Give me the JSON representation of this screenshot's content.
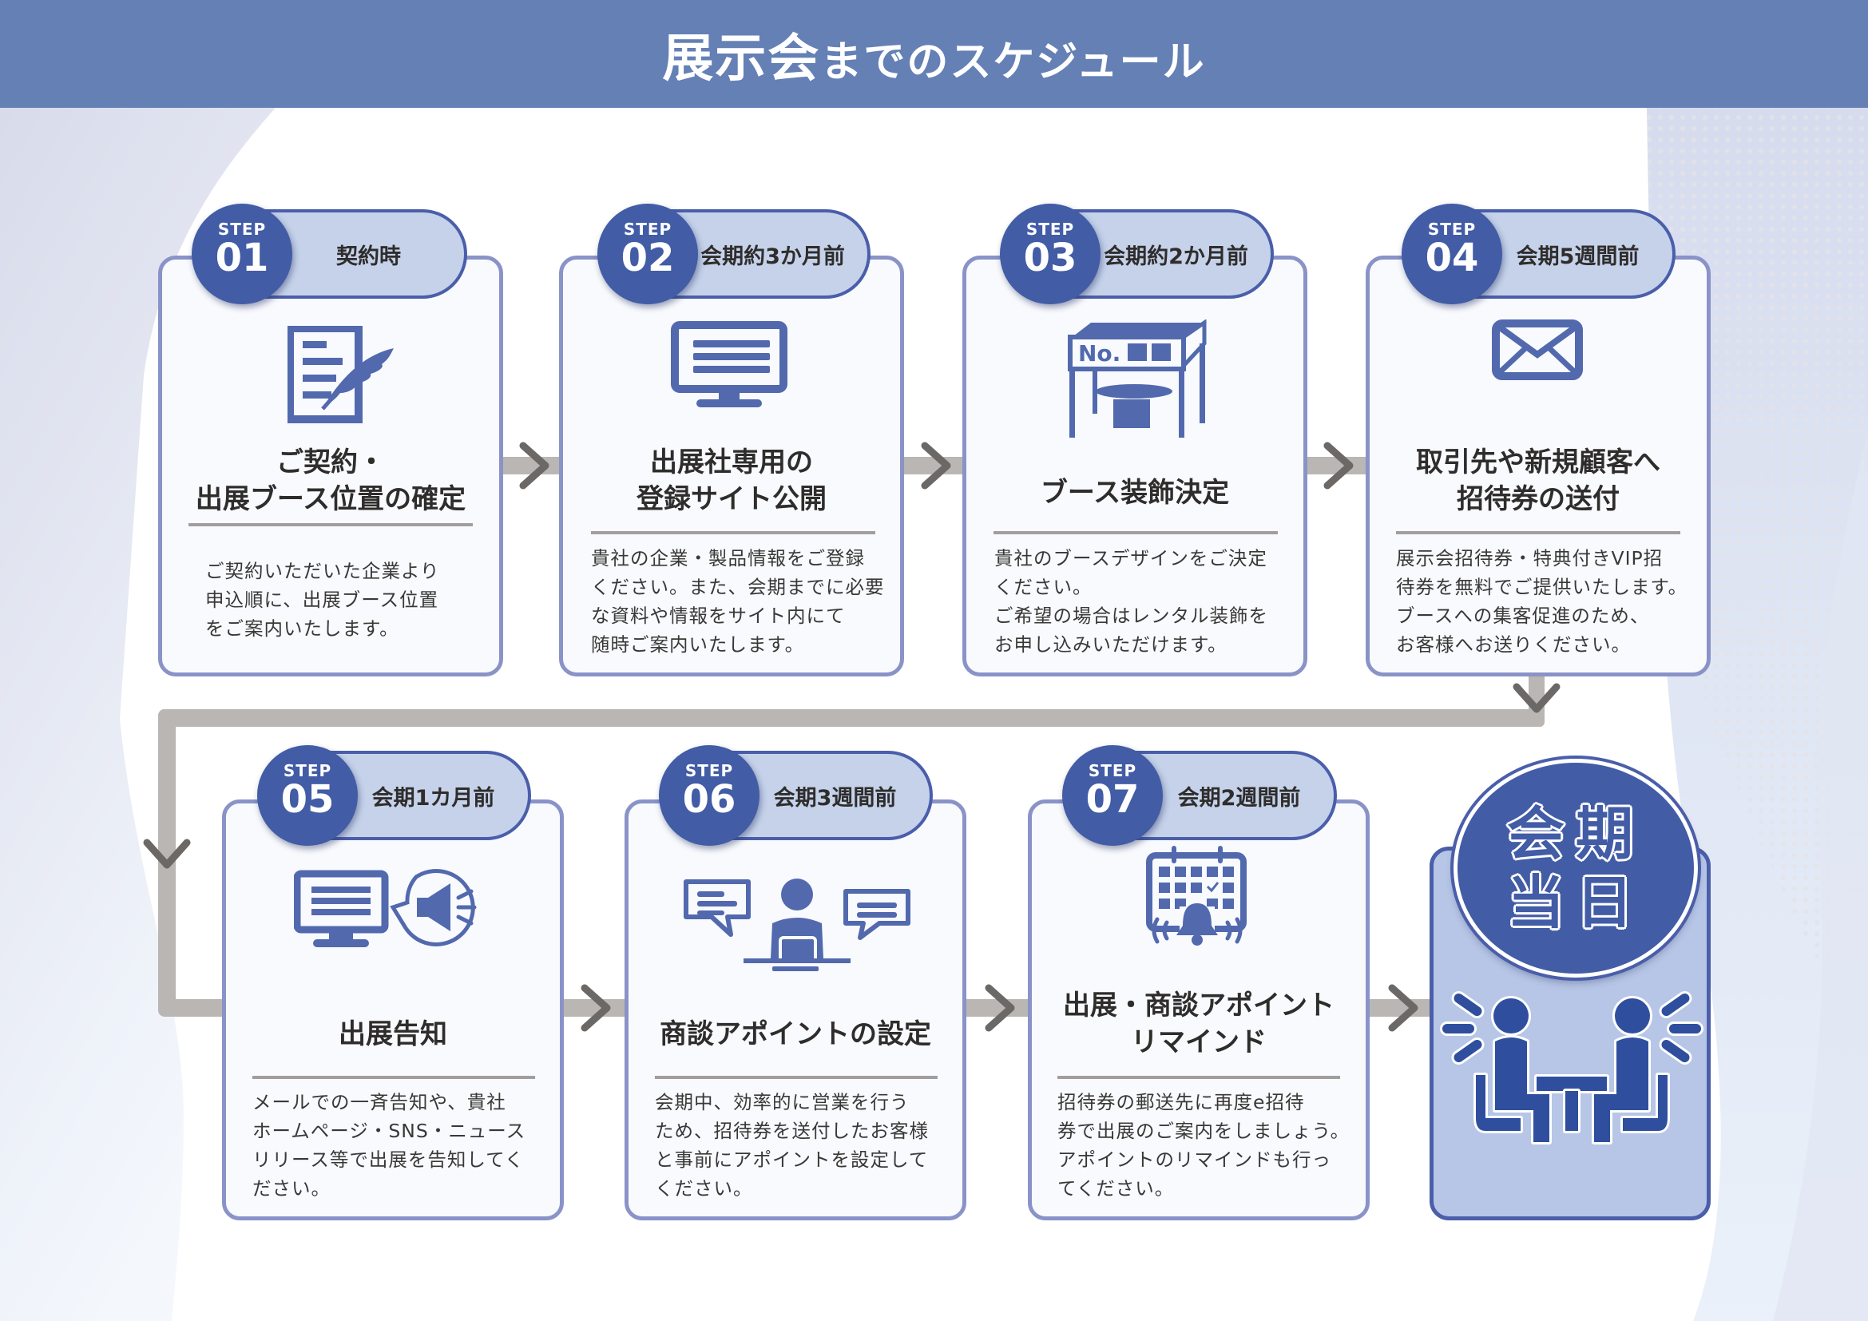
{
  "header": {
    "title_main": "展示会",
    "title_rest": "までのスケジュール"
  },
  "step_prefix": "STEP",
  "steps": [
    {
      "number": "01",
      "timing": "契約時",
      "icon": "document-quill-icon",
      "title_lines": [
        "ご契約・",
        "出展ブース位置の確定"
      ],
      "description": "ご契約いただいた企業より\n申込順に、出展ブース位置\nをご案内いたします。"
    },
    {
      "number": "02",
      "timing": "会期約3か月前",
      "icon": "monitor-icon",
      "title_lines": [
        "出展社専用の",
        "登録サイト公開"
      ],
      "description": "貴社の企業・製品情報をご登録\nください。また、会期までに必要\nな資料や情報をサイト内にて\n随時ご案内いたします。"
    },
    {
      "number": "03",
      "timing": "会期約2か月前",
      "icon": "booth-icon",
      "icon_text": "No.",
      "title_lines": [
        "ブース装飾決定"
      ],
      "description": "貴社のブースデザインをご決定\nください。\nご希望の場合はレンタル装飾を\nお申し込みいただけます。"
    },
    {
      "number": "04",
      "timing": "会期5週間前",
      "icon": "envelope-icon",
      "title_lines": [
        "取引先や新規顧客へ",
        "招待券の送付"
      ],
      "description": "展示会招待券・特典付きVIP招\n待券を無料でご提供いたします。\nブースへの集客促進のため、\nお客様へお送りください。"
    },
    {
      "number": "05",
      "timing": "会期1カ月前",
      "icon": "monitor-megaphone-icon",
      "title_lines": [
        "出展告知"
      ],
      "description": "メールでの一斉告知や、貴社\nホームページ・SNS・ニュース\nリリース等で出展を告知してく\nださい。"
    },
    {
      "number": "06",
      "timing": "会期3週間前",
      "icon": "person-chat-laptop-icon",
      "title_lines": [
        "商談アポイントの設定"
      ],
      "description": "会期中、効率的に営業を行う\nため、招待券を送付したお客様\nと事前にアポイントを設定して\nください。"
    },
    {
      "number": "07",
      "timing": "会期2週間前",
      "icon": "calendar-bell-icon",
      "title_lines": [
        "出展・商談アポイント",
        "リマインド"
      ],
      "description": "招待券の郵送先に再度e招待\n券で出展のご案内をしましょう。\nアポイントのリマインドも行っ\nてください。"
    }
  ],
  "final": {
    "line1": "会期",
    "line2": "当日",
    "icon": "meeting-people-icon"
  },
  "colors": {
    "header": "#6480b5",
    "badge": "#425ca6",
    "pill": "#c5d2ea",
    "card_border": "#8a93c8",
    "icon": "#5269ae",
    "connector": "#b9b6b3",
    "chevron": "#6b6866",
    "final_bg": "#b7c6e6"
  }
}
